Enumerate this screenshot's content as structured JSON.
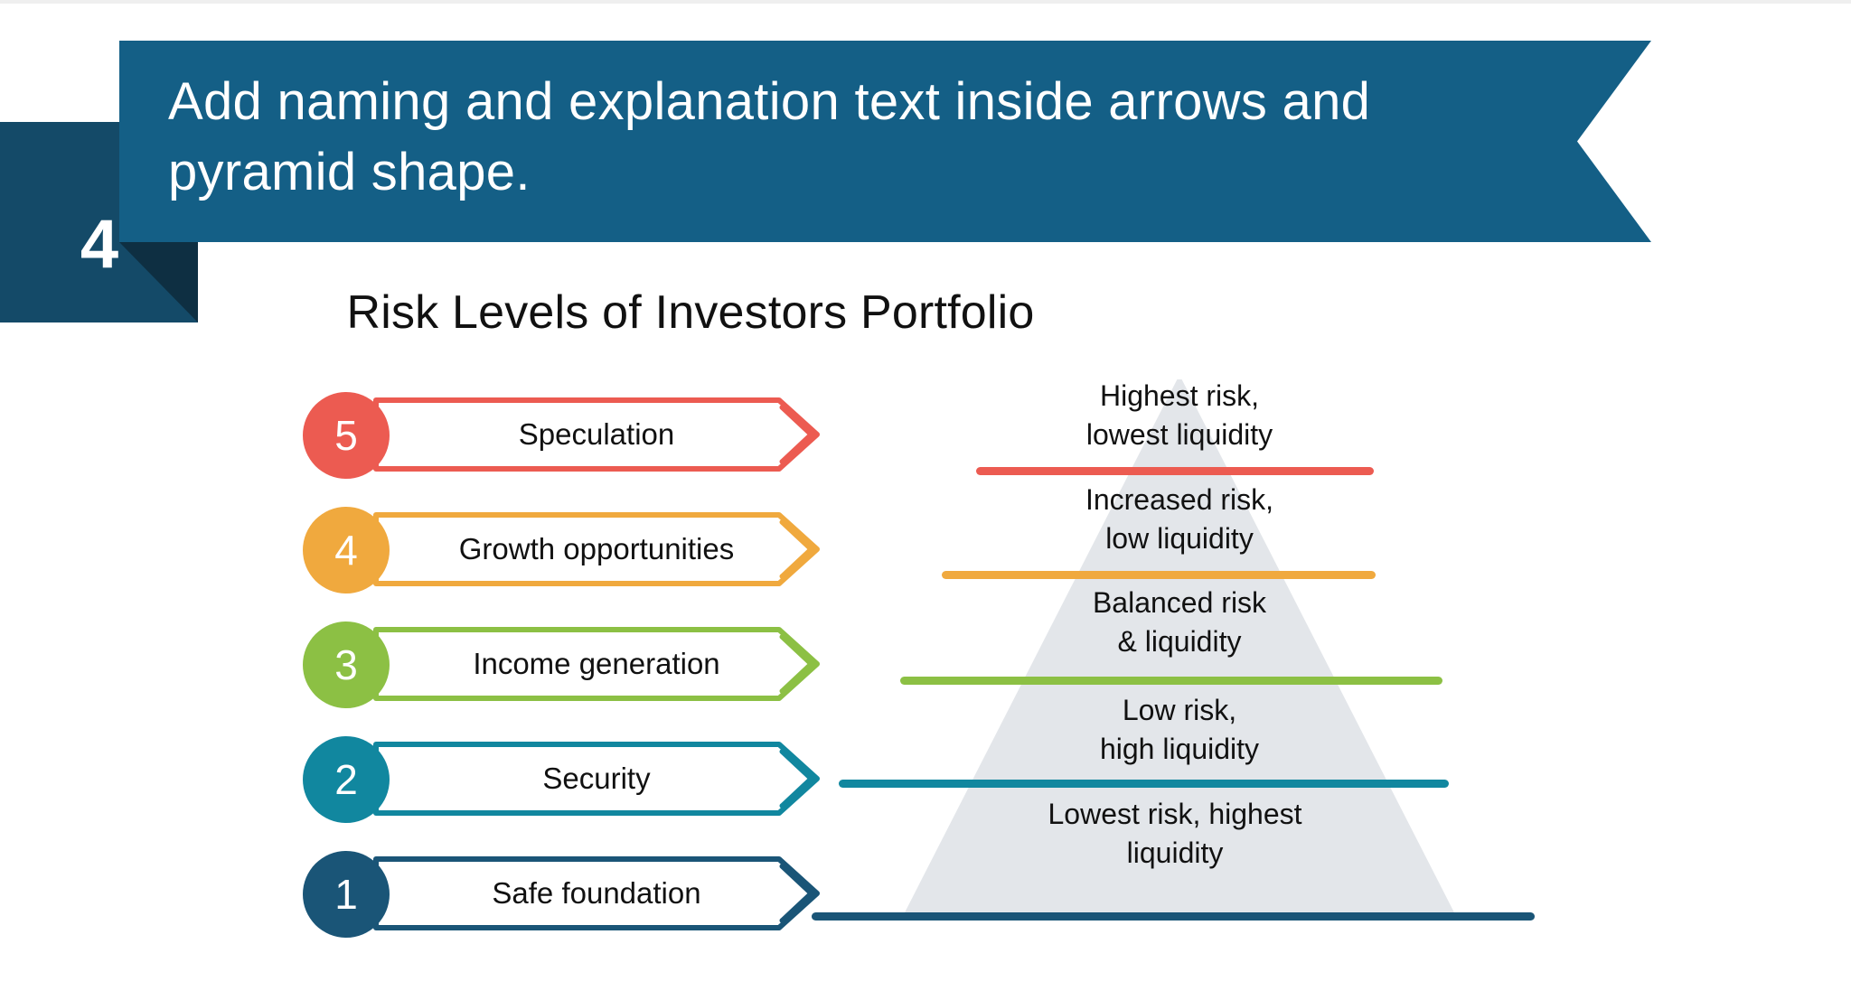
{
  "header": {
    "number": "4",
    "title": "Add naming and explanation text inside arrows and pyramid shape.",
    "banner_color": "#145F86",
    "block_color": "#144A68",
    "fold_color": "#0E2F42"
  },
  "section": {
    "title": "Risk Levels of Investors Portfolio"
  },
  "arrows": [
    {
      "number": "5",
      "label": "Speculation",
      "color": "#EC5B51"
    },
    {
      "number": "4",
      "label": "Growth opportunities",
      "color": "#F0A93E"
    },
    {
      "number": "3",
      "label": "Income generation",
      "color": "#8CC044"
    },
    {
      "number": "2",
      "label": "Security",
      "color": "#11879F"
    },
    {
      "number": "1",
      "label": "Safe foundation",
      "color": "#1A5577"
    }
  ],
  "pyramid": {
    "fill_color": "#E3E6EA",
    "levels": [
      {
        "text": "Highest risk,\nlowest liquidity",
        "color": "#EC5B51"
      },
      {
        "text": "Increased risk,\nlow liquidity",
        "color": "#F0A93E"
      },
      {
        "text": "Balanced risk\n& liquidity",
        "color": "#8CC044"
      },
      {
        "text": "Low risk,\nhigh liquidity",
        "color": "#11879F"
      },
      {
        "text": "Lowest risk, highest\nliquidity",
        "color": "#1A5577"
      }
    ]
  }
}
